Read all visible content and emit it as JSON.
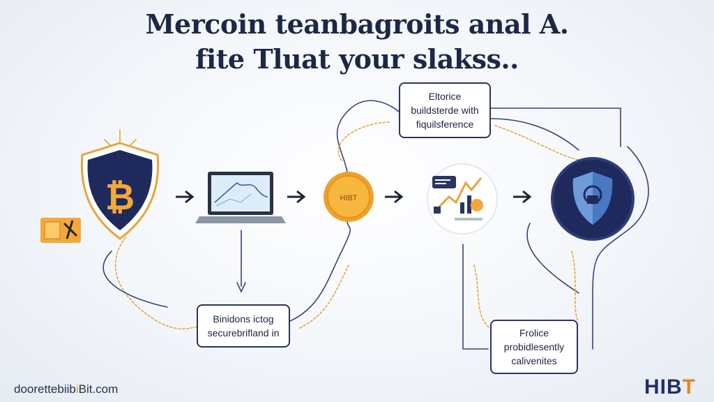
{
  "title": {
    "line1": "Mercoin teanbagroits anal A.",
    "line2": "fite Tluat your slakss.."
  },
  "steps": [
    {
      "name": "bitcoin-shield",
      "icon": "bitcoin-shield-icon"
    },
    {
      "name": "laptop",
      "icon": "laptop-chart-icon"
    },
    {
      "name": "coin",
      "icon": "gold-coin-icon",
      "label": "HIBT"
    },
    {
      "name": "dashboard",
      "icon": "dashboard-chart-icon"
    },
    {
      "name": "security",
      "icon": "security-shield-icon"
    }
  ],
  "notes": {
    "top": [
      "Eltorice",
      "buildsterde with",
      "fiquilsference"
    ],
    "bottom_left": [
      "Binidons ictog",
      "securebrifland in"
    ],
    "bottom_right": [
      "Frolice",
      "probidlesently",
      "calivenites"
    ]
  },
  "footer": {
    "url_main": "doorettebiib",
    "url_accent": "i",
    "url_tail": "Bit.com",
    "brand_main": "HIB",
    "brand_accent": "T"
  },
  "colors": {
    "navy": "#1f2a5c",
    "gold": "#f2a83a",
    "line_gold": "#e6a53a",
    "line_navy": "#3a4377"
  }
}
